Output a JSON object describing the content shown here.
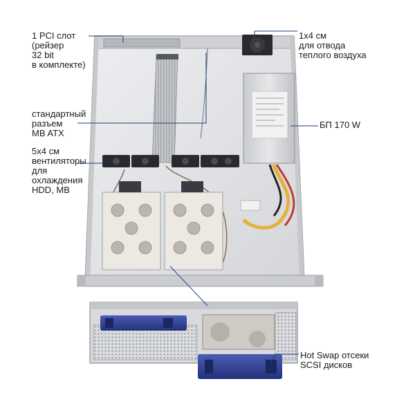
{
  "annotations": {
    "pci_slot": "1 PCI слот\n(рейзер\n32 bit\nв комплекте)",
    "vent": "1x4 см\nдля отвода\nтеплого воздуха",
    "mb_connector": "стандартный\nразъем\nMB ATX",
    "fans": "5x4 см\nвентиляторы\nдля\nохлаждения\nHDD, MB",
    "psu": "БП 170 W",
    "hot_swap": "Hot Swap отсеки\nSCSI дисков"
  },
  "colors": {
    "chassis": "#e3e4e6",
    "chassis_edge": "#9a9da2",
    "leader_line": "#1f3f7a",
    "handle_blue": "#2e3f92",
    "fan_dark": "#2a2a2e",
    "cable_grey": "#b9bcc1"
  }
}
